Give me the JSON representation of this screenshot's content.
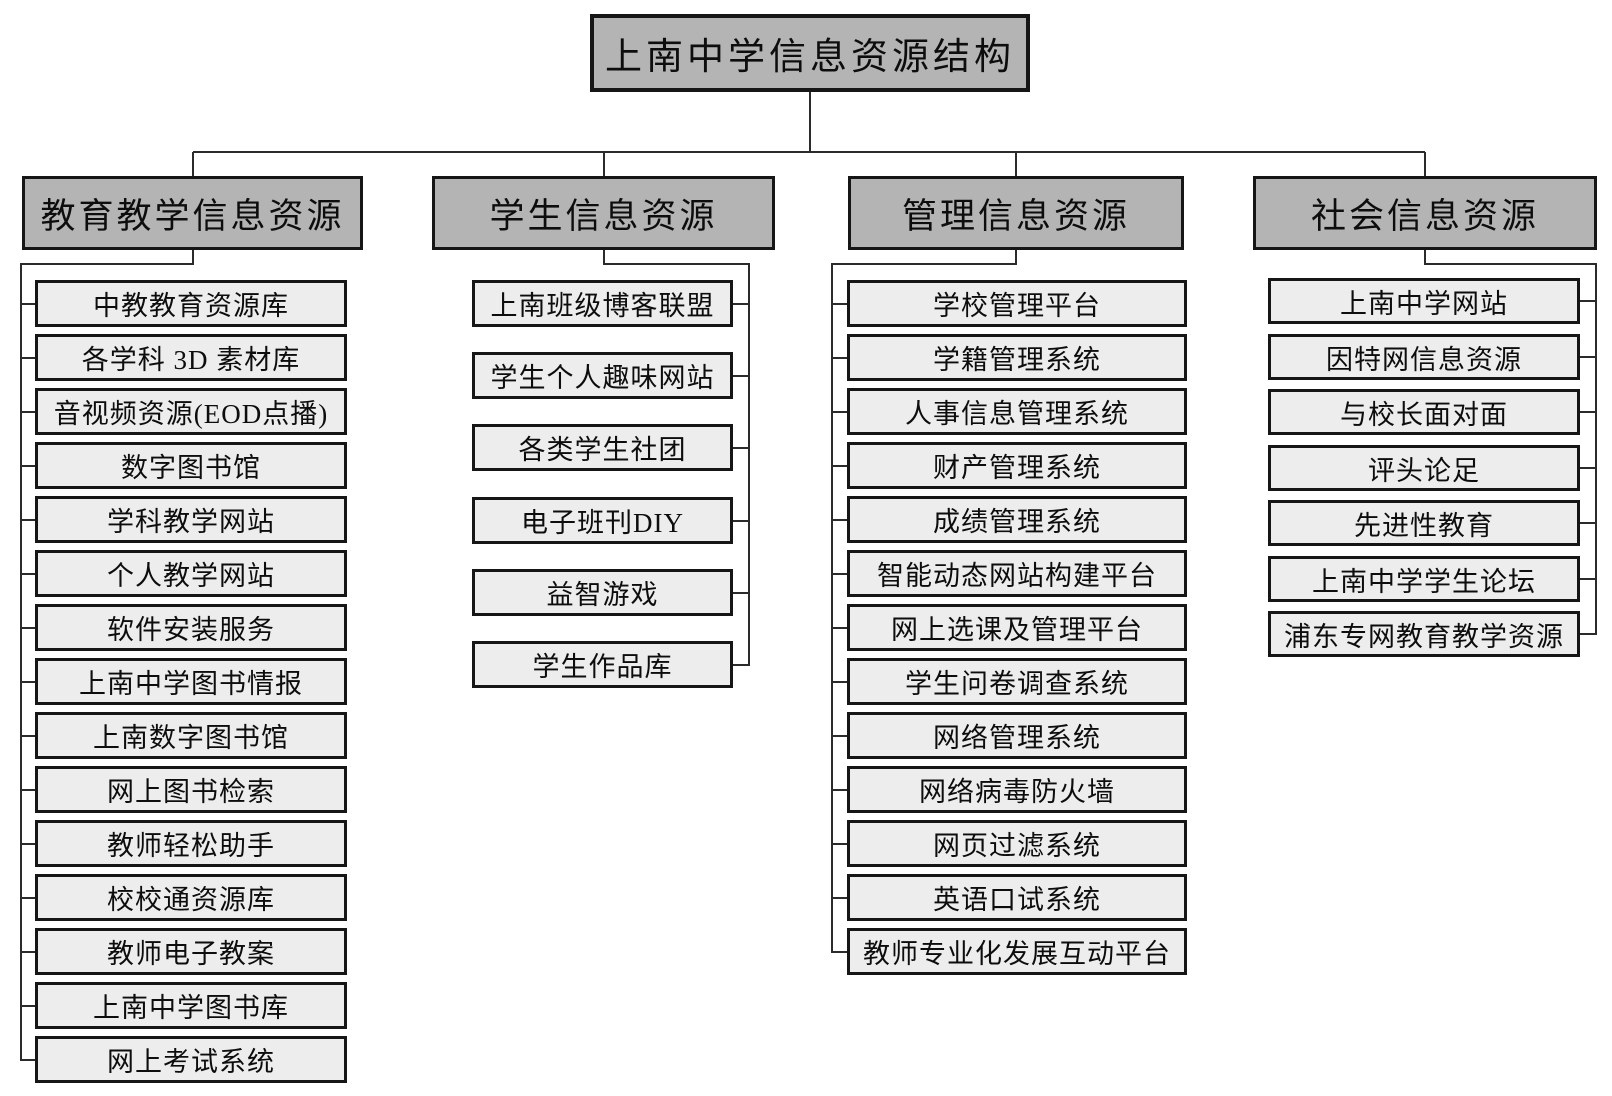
{
  "title": "上南中学信息资源结构",
  "colors": {
    "background": "#ffffff",
    "header_fill": "#b4b4b4",
    "child_fill": "#ededed",
    "border": "#161616",
    "line": "#2b2b2b",
    "text": "#0d0d0d"
  },
  "columns": [
    {
      "header": "教育教学信息资源",
      "items": [
        "中教教育资源库",
        "各学科 3D 素材库",
        "音视频资源(EOD点播)",
        "数字图书馆",
        "学科教学网站",
        "个人教学网站",
        "软件安装服务",
        "上南中学图书情报",
        "上南数字图书馆",
        "网上图书检索",
        "教师轻松助手",
        "校校通资源库",
        "教师电子教案",
        "上南中学图书库",
        "网上考试系统"
      ]
    },
    {
      "header": "学生信息资源",
      "items": [
        "上南班级博客联盟",
        "学生个人趣味网站",
        "各类学生社团",
        "电子班刊DIY",
        "益智游戏",
        "学生作品库"
      ]
    },
    {
      "header": "管理信息资源",
      "items": [
        "学校管理平台",
        "学籍管理系统",
        "人事信息管理系统",
        "财产管理系统",
        "成绩管理系统",
        "智能动态网站构建平台",
        "网上选课及管理平台",
        "学生问卷调查系统",
        "网络管理系统",
        "网络病毒防火墙",
        "网页过滤系统",
        "英语口试系统",
        "教师专业化发展互动平台"
      ]
    },
    {
      "header": "社会信息资源",
      "items": [
        "上南中学网站",
        "因特网信息资源",
        "与校长面对面",
        "评头论足",
        "先进性教育",
        "上南中学学生论坛",
        "浦东专网教育教学资源"
      ]
    }
  ]
}
